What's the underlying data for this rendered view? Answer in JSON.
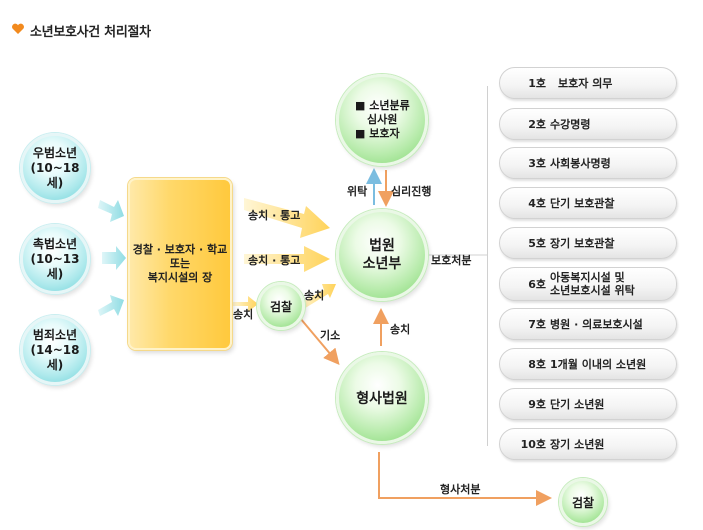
{
  "title": "소년보호사건 처리절차",
  "offenders": [
    {
      "line1": "우범소년",
      "line2": "(10~18세)"
    },
    {
      "line1": "촉법소년",
      "line2": "(10~13세)"
    },
    {
      "line1": "범죄소년",
      "line2": "(14~18세)"
    }
  ],
  "police": {
    "line1": "경찰 · 보호자 · 학교",
    "line2": "또는",
    "line3": "복지시설의 장"
  },
  "review": {
    "item1": "소년분류",
    "item1b": "심사원",
    "item2": "보호자"
  },
  "family_court": {
    "line1": "법원",
    "line2": "소년부"
  },
  "prosecution": "검찰",
  "criminal_court": "형사법원",
  "final_prosecution": "검찰",
  "labels": {
    "send_notify_1": "송치 · 통고",
    "send_notify_2": "송치 · 통고",
    "send_to_prosecution": "송치",
    "prosecution_send": "송치",
    "indict": "기소",
    "criminal_send": "송치",
    "entrust": "위탁",
    "review_proceed": "심리진행",
    "protective_disposition": "보호처분",
    "criminal_disposition": "형사처분"
  },
  "dispositions": [
    {
      "num": "1호",
      "text": "보호자 의무"
    },
    {
      "num": "2호",
      "text": "수강명령"
    },
    {
      "num": "3호",
      "text": "사회봉사명령"
    },
    {
      "num": "4호",
      "text": "단기 보호관찰"
    },
    {
      "num": "5호",
      "text": "장기 보호관찰"
    },
    {
      "num": "6호",
      "text": "아동복지시설 및",
      "text2": "소년보호시설 위탁"
    },
    {
      "num": "7호",
      "text": "병원 · 의료보호시설"
    },
    {
      "num": "8호",
      "text": "1개월 이내의 소년원"
    },
    {
      "num": "9호",
      "text": "단기 소년원"
    },
    {
      "num": "10호",
      "text": "장기 소년원"
    }
  ],
  "colors": {
    "teal": "#6cd2d8",
    "green": "#7fd66f",
    "yellow": "#ffc93d",
    "orange_arrow": "#f0a060",
    "blue_arrow": "#7bbde0",
    "heart": "#f28a1e"
  }
}
